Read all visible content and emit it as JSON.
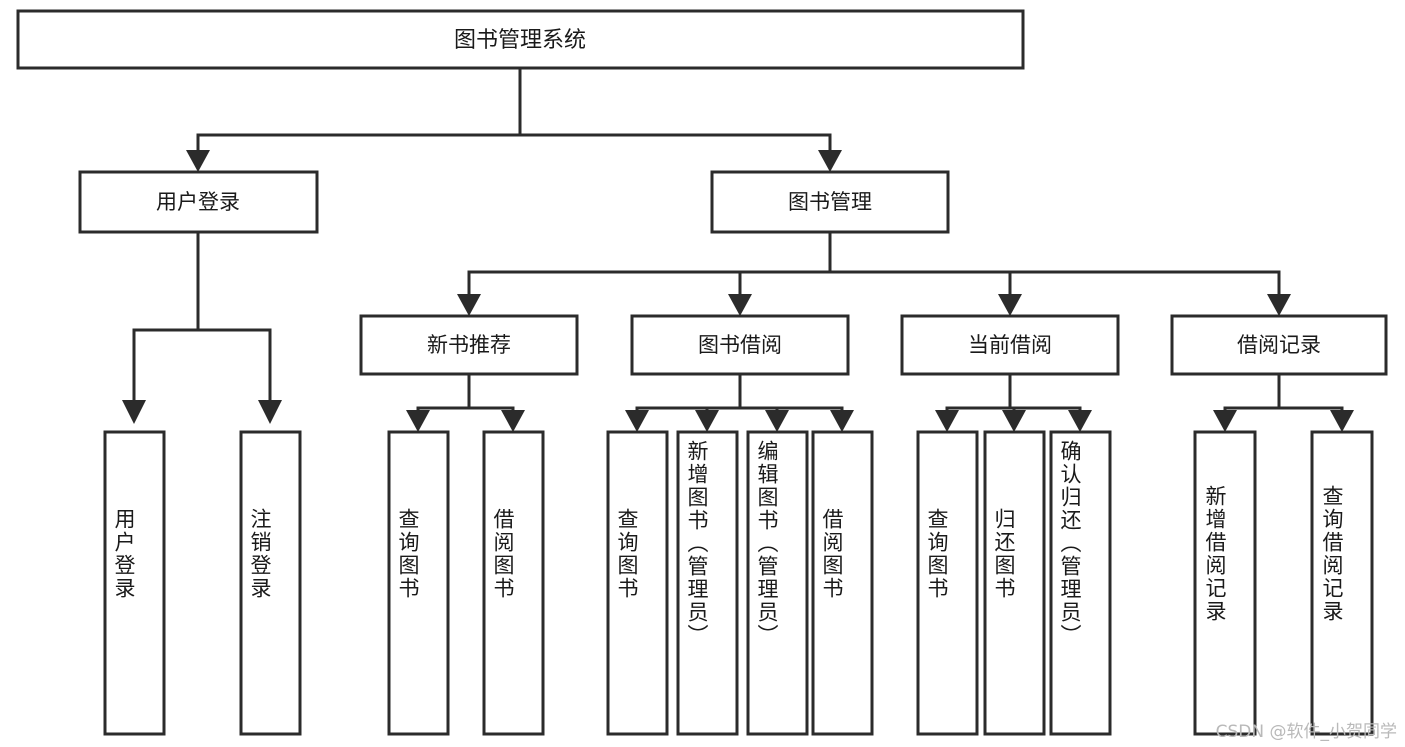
{
  "diagram": {
    "type": "tree",
    "title": "图书管理系统",
    "root": {
      "id": "root",
      "label": "图书管理系统"
    },
    "level2": [
      {
        "id": "user-login",
        "label": "用户登录"
      },
      {
        "id": "book-manage",
        "label": "图书管理"
      }
    ],
    "level3": [
      {
        "id": "new-book-rec",
        "label": "新书推荐"
      },
      {
        "id": "book-borrow",
        "label": "图书借阅"
      },
      {
        "id": "current-borrow",
        "label": "当前借阅"
      },
      {
        "id": "borrow-record",
        "label": "借阅记录"
      }
    ],
    "leaves": {
      "user_login": [
        {
          "id": "leaf-user-login",
          "label": "用户登录"
        },
        {
          "id": "leaf-logout",
          "label": "注销登录"
        }
      ],
      "new_book_rec": [
        {
          "id": "leaf-query-book-1",
          "label": "查询图书"
        },
        {
          "id": "leaf-borrow-book-1",
          "label": "借阅图书"
        }
      ],
      "book_borrow": [
        {
          "id": "leaf-query-book-2",
          "label": "查询图书"
        },
        {
          "id": "leaf-add-book",
          "label": "新增图书（管理员）"
        },
        {
          "id": "leaf-edit-book",
          "label": "编辑图书（管理员）"
        },
        {
          "id": "leaf-borrow-book-2",
          "label": "借阅图书"
        }
      ],
      "current_borrow": [
        {
          "id": "leaf-query-book-3",
          "label": "查询图书"
        },
        {
          "id": "leaf-return-book",
          "label": "归还图书"
        },
        {
          "id": "leaf-confirm-return",
          "label": "确认归还（管理员）"
        }
      ],
      "borrow_record": [
        {
          "id": "leaf-add-record",
          "label": "新增借阅记录"
        },
        {
          "id": "leaf-query-record",
          "label": "查询借阅记录"
        }
      ]
    }
  },
  "watermark": {
    "text": "CSDN @软件_小贺同学"
  },
  "colors": {
    "stroke": "#2b2b2b",
    "fill": "#ffffff",
    "text": "#1a1a1a",
    "watermark": "#b9b9b9"
  }
}
